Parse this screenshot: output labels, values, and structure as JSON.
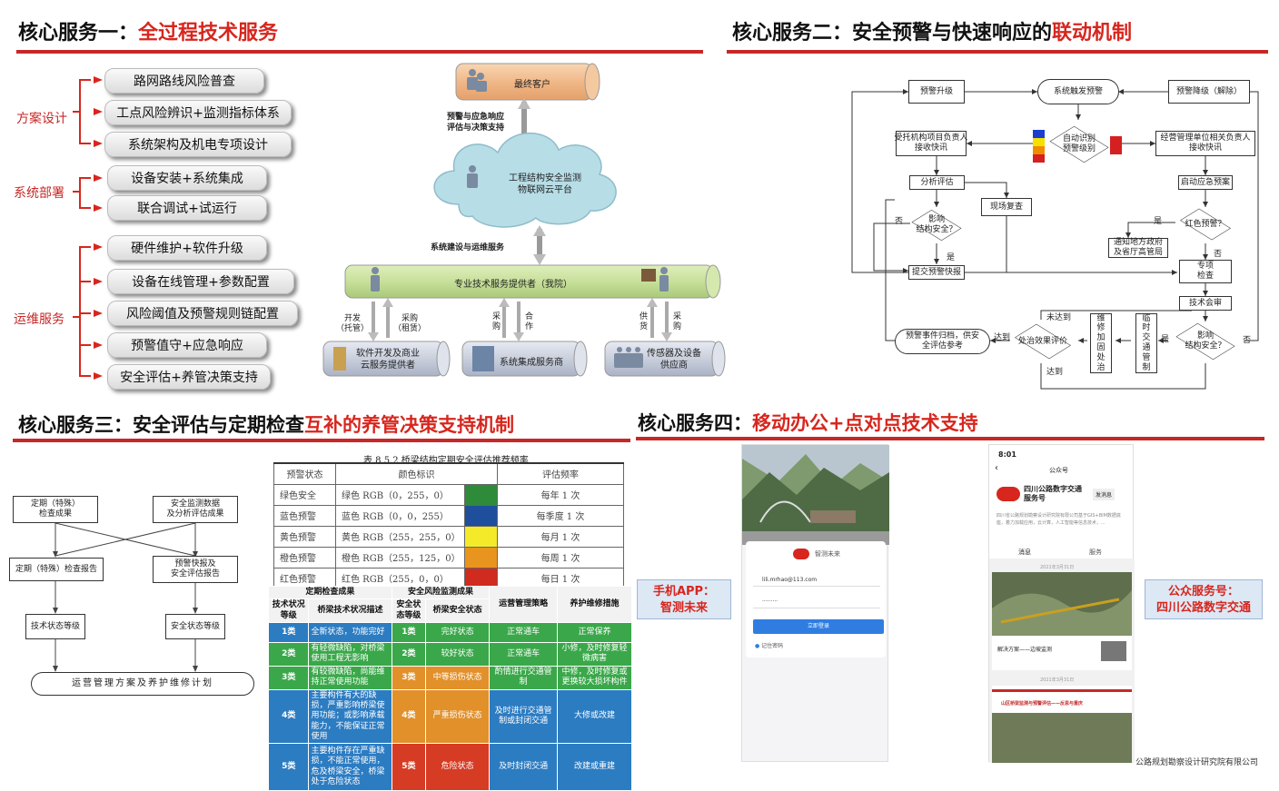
{
  "s1": {
    "title_prefix": "核心服务一：",
    "title_hl": "全过程技术服务",
    "groups": [
      {
        "label": "方案设计",
        "items": [
          "路网路线风险普查",
          "工点风险辨识+监测指标体系",
          "系统架构及机电专项设计"
        ]
      },
      {
        "label": "系统部署",
        "items": [
          "设备安装+系统集成",
          "联合调试+试运行"
        ]
      },
      {
        "label": "运维服务",
        "items": [
          "硬件维护+软件升级",
          "设备在线管理+参数配置",
          "风险阈值及预警规则链配置",
          "预警值守+应急响应",
          "安全评估+养管决策支持"
        ]
      }
    ],
    "diagram": {
      "client": "最终客户",
      "arrow1": "预警与应急响应\n评估与决策支持",
      "cloud": "工程结构安全监测\n物联网云平台",
      "arrow2": "系统建设与运维服务",
      "provider": "专业技术服务提供者（我院）",
      "a_left1": "开发\n（托管）",
      "a_left2": "采购\n（租赁）",
      "a_mid1": "采\n购",
      "a_mid2": "合\n作",
      "a_right1": "供\n货",
      "a_right2": "采\n购",
      "sub1": "软件开发及商业\n云服务提供者",
      "sub2": "系统集成服务商",
      "sub3": "传感器及设备\n供应商"
    }
  },
  "s2": {
    "title_prefix": "核心服务二：安全预警与快速响应的",
    "title_hl": "联动机制",
    "nodes": {
      "upgrade": "预警升级",
      "trigger": "系统触发预警",
      "downgrade": "预警降级（解除）",
      "auto": "自动识别\n预警级别",
      "entrusted": "受托机构项目负责人\n接收快讯",
      "operator": "经营管理单位相关负责人\n接收快讯",
      "analyze": "分析评估",
      "onsite": "现场复查",
      "plan": "启动应急预案",
      "affect1": "影响\n结构安全？",
      "red": "红色预警？",
      "notify": "通知地方政府\n及省厅高管局",
      "report": "提交预警快报",
      "special": "专项\n检查",
      "review": "技术会审",
      "archive": "预警事件归档，供安\n全评估参考",
      "effect": "处治效果评价",
      "repair": "维\n修\n加\n固\n处\n治",
      "traffic": "临\n时\n交\n通\n管\n制",
      "affect2": "影响\n结构安全？"
    },
    "labels": {
      "no": "否",
      "yes": "是",
      "reached": "达到",
      "not_reached": "未达到"
    }
  },
  "s3": {
    "title_prefix": "核心服务三：安全评估与定期检查",
    "title_hl": "互补的养管决策支持机制",
    "flow": {
      "periodic": "定期（特殊）\n检查成果",
      "monitor": "安全监测数据\n及分析评估成果",
      "check_report": "定期（特殊）检查报告",
      "safety_report": "预警快报及\n安全评估报告",
      "tech_grade": "技术状态等级",
      "safety_grade": "安全状态等级",
      "plan": "运营管理方案及养护维修计划"
    },
    "table1": {
      "caption": "表 8.5.2  桥梁结构定期安全评估推荐频率",
      "headers": [
        "预警状态",
        "颜色标识",
        "评估频率"
      ],
      "rows": [
        {
          "state": "绿色安全",
          "color_text": "绿色 RGB（0，255，0）",
          "freq": "每年 1 次",
          "swatch": "#2e8b3a"
        },
        {
          "state": "蓝色预警",
          "color_text": "蓝色 RGB（0，0，255）",
          "freq": "每季度 1 次",
          "swatch": "#1f4e9c"
        },
        {
          "state": "黄色预警",
          "color_text": "黄色 RGB（255，255，0）",
          "freq": "每月 1 次",
          "swatch": "#f5ea2a"
        },
        {
          "state": "橙色预警",
          "color_text": "橙色 RGB（255，125，0）",
          "freq": "每周 1 次",
          "swatch": "#e8951f"
        },
        {
          "state": "红色预警",
          "color_text": "红色 RGB（255，0，0）",
          "freq": "每日 1 次",
          "swatch": "#d12a1e"
        }
      ]
    },
    "table2": {
      "group1": "定期检查成果",
      "group2": "安全风险监测成果",
      "h_grade": "技术状况等级",
      "h_desc": "桥梁技术状况描述",
      "h_sgrade": "安全状态等级",
      "h_sstate": "桥梁安全状态",
      "h_ops": "运营管理策略",
      "h_maint": "养护维修措施",
      "rows": [
        {
          "grade": "1类",
          "desc": "全新状态，功能完好",
          "sgrade": "1类",
          "sstate": "完好状态",
          "ops": "正常通车",
          "maint": "正常保养"
        },
        {
          "grade": "2类",
          "desc": "有轻微缺陷，对桥梁使用工程无影响",
          "sgrade": "2类",
          "sstate": "较好状态",
          "ops": "正常通车",
          "maint": "小修，及时修复轻微病害"
        },
        {
          "grade": "3类",
          "desc": "有较微缺陷，尚能维持正常使用功能",
          "sgrade": "3类",
          "sstate": "中等损伤状态",
          "ops": "酌情进行交通管制",
          "maint": "中修，及时修复或更换较大损坏构件"
        },
        {
          "grade": "4类",
          "desc": "主要构件有大的缺损，严重影响桥梁使用功能；或影响承载能力，不能保证正常使用",
          "sgrade": "4类",
          "sstate": "严重损伤状态",
          "ops": "及时进行交通管制或封闭交通",
          "maint": "大修或改建"
        },
        {
          "grade": "5类",
          "desc": "主要构件存在严重缺损，不能正常使用，危及桥梁安全，桥梁处于危险状态",
          "sgrade": "5类",
          "sstate": "危险状态",
          "ops": "及时封闭交通",
          "maint": "改建或重建"
        }
      ]
    }
  },
  "s4": {
    "title_prefix": "核心服务四：",
    "title_hl": "移动办公+点对点技术支持",
    "app_label": "手机APP：\n智测未来",
    "wx_label": "公众服务号：\n四川公路数字交通",
    "app": {
      "brand": "智测未来",
      "user": "lili.mrhao@113.com",
      "pwd": "·········",
      "login": "立即登录",
      "remember": "记住密码"
    },
    "wx": {
      "time": "8:01",
      "nav_title": "公众号",
      "account": "四川公路数字交通\n服务号",
      "send": "发消息",
      "intro": "四川省公路规划勘察设计研究院有限公司基于GIS+BIM数据底座，着力加载应用，云计算，人工智能等信息技术，...",
      "tab_msg": "消息",
      "tab_service": "服务",
      "date1": "2021年3月31日",
      "card1_title": "解决方案——边坡监测",
      "date2": "2021年3月31日",
      "card2_title": "山区桥梁监测与预警评估——反思与重庆",
      "footer": "公路规划勘察设计研究院有限公司"
    }
  }
}
